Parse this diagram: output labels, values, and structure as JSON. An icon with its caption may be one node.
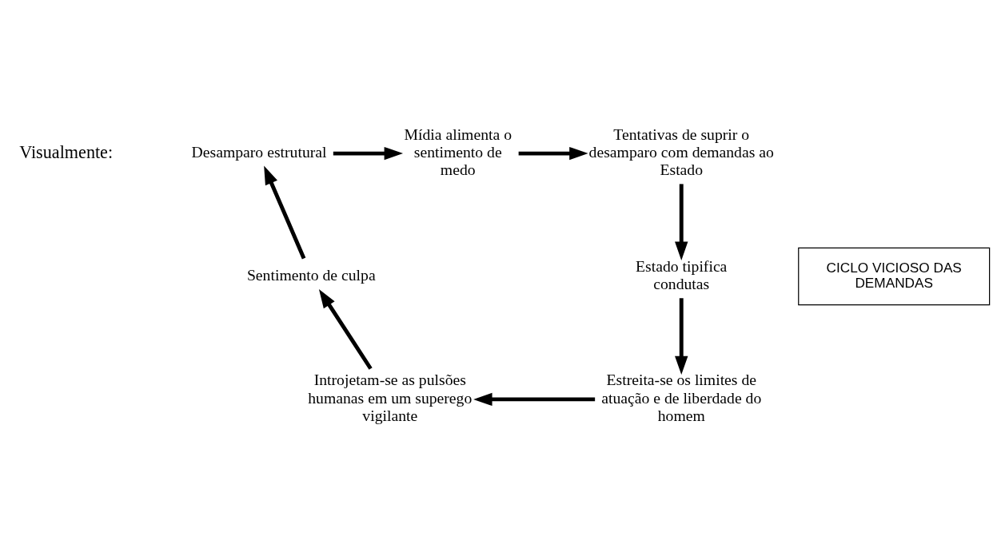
{
  "diagram": {
    "nodes": [
      {
        "text": [
          "Desamparo estrutural"
        ]
      },
      {
        "text": [
          "Mídia alimenta o sentimento de medo"
        ]
      },
      {
        "text": [
          "Tentativas de suprir o desamparo com demandas ao Estado"
        ]
      },
      {
        "text": [
          "Estado tipifica condutas"
        ]
      },
      {
        "text": [
          "Estreita-se os limites de atuação e de liberdade do homem"
        ]
      },
      {
        "text": [
          "Introjetam-se as pulsões humanas em um superego vigilante"
        ]
      },
      {
        "text": [
          "Sentimento de culpa"
        ]
      },
      {
        "text": [
          "CICLO VICIOSO DAS DEMANDAS"
        ]
      }
    ],
    "edges": [
      {
        "from": 0,
        "to": 1,
        "arrow": "to"
      },
      {
        "from": 1,
        "to": 2,
        "arrow": "to"
      },
      {
        "from": 2,
        "to": 3,
        "arrow": "to"
      },
      {
        "from": 3,
        "to": 4,
        "arrow": "to"
      },
      {
        "from": 4,
        "to": 5,
        "arrow": "to"
      },
      {
        "from": 5,
        "to": 6,
        "arrow": "to"
      },
      {
        "from": 6,
        "to": 0,
        "arrow": "to"
      }
    ],
    "labels": [
      "Visualmente:"
    ]
  }
}
